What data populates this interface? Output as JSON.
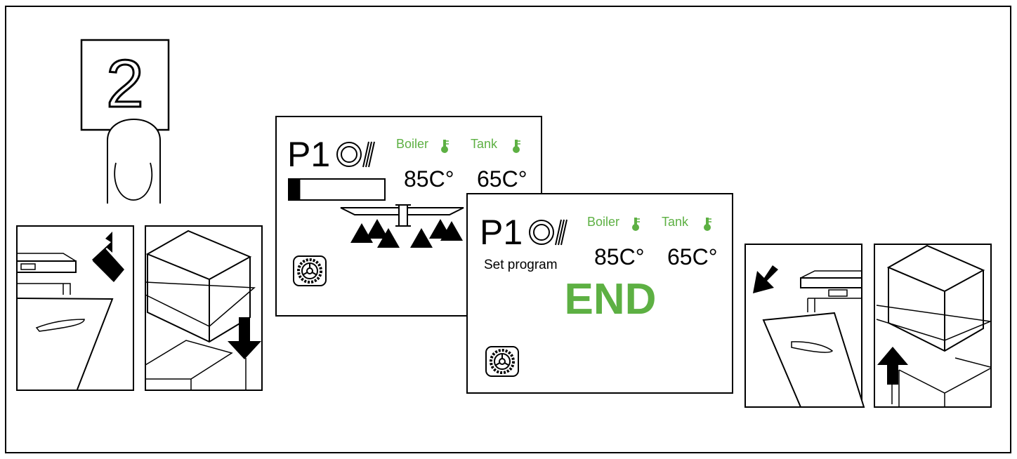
{
  "step_key": {
    "label": "2"
  },
  "screen_running": {
    "program": "P1",
    "boiler_label": "Boiler",
    "tank_label": "Tank",
    "boiler_temp": "85C°",
    "tank_temp": "65C°",
    "progress": 0.12
  },
  "screen_end": {
    "program": "P1",
    "boiler_label": "Boiler",
    "tank_label": "Tank",
    "boiler_temp": "85C°",
    "tank_temp": "65C°",
    "subtitle": "Set program",
    "status": "END"
  },
  "colors": {
    "accent": "#5db043",
    "line": "#000000"
  },
  "icons": {
    "thermometer": "thermometer-icon",
    "plates": "plates-icon",
    "settings": "settings-wheel-icon"
  }
}
